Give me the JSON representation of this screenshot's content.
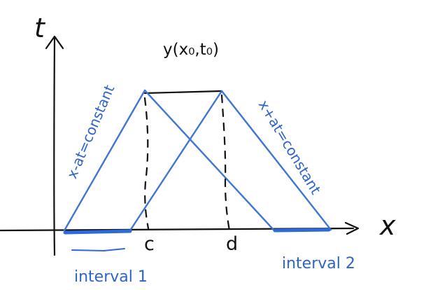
{
  "axes": {
    "t_label": "t",
    "x_label": "x"
  },
  "title": "y(x₀,t₀)",
  "ticks": {
    "c": "c",
    "d": "d"
  },
  "characteristics": {
    "left": "x-at=constant",
    "right": "x+at=constant"
  },
  "intervals": {
    "one": "interval 1",
    "two": "interval 2"
  },
  "colors": {
    "ink": "#111111",
    "characteristic_line": "#3f76d1",
    "interval_mark": "#2f6bd6"
  }
}
